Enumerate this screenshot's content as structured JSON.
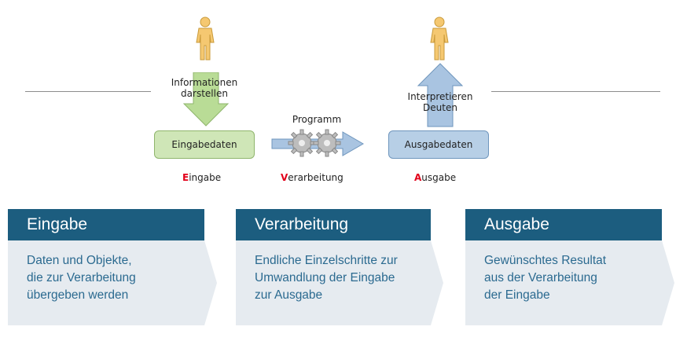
{
  "diagram": {
    "left_person_label_lines": [
      "Informationen",
      "darstellen"
    ],
    "right_person_label_lines": [
      "Interpretieren",
      "Deuten"
    ],
    "program_label": "Programm",
    "input_box": "Eingabedaten",
    "output_box": "Ausgabedaten",
    "phases": [
      {
        "initial": "E",
        "rest": "ingabe"
      },
      {
        "initial": "V",
        "rest": "erarbeitung"
      },
      {
        "initial": "A",
        "rest": "usgabe"
      }
    ]
  },
  "cards": [
    {
      "title": "Eingabe",
      "lines": [
        "Daten und Objekte,",
        "die zur Verarbeitung",
        "übergeben werden"
      ]
    },
    {
      "title": "Verarbeitung",
      "lines": [
        "Endliche Einzelschritte zur",
        "Umwandlung der Eingabe",
        "zur Ausgabe"
      ]
    },
    {
      "title": "Ausgabe",
      "lines": [
        "Gewünschtes Resultat",
        "aus der Verarbeitung",
        "der Eingabe"
      ]
    }
  ],
  "colors": {
    "card_header": "#1c5d7f",
    "card_body": "#e6ebf0",
    "card_text": "#2b6a90",
    "phase_initial": "#e2001a",
    "input_arrow": "#b9dc96",
    "output_arrow": "#a9c4e1",
    "person": "#f5c871"
  },
  "icons": [
    "person-icon",
    "gear-icon",
    "arrow-down-icon",
    "arrow-up-icon",
    "arrow-right-icon",
    "chevron-right-icon"
  ]
}
